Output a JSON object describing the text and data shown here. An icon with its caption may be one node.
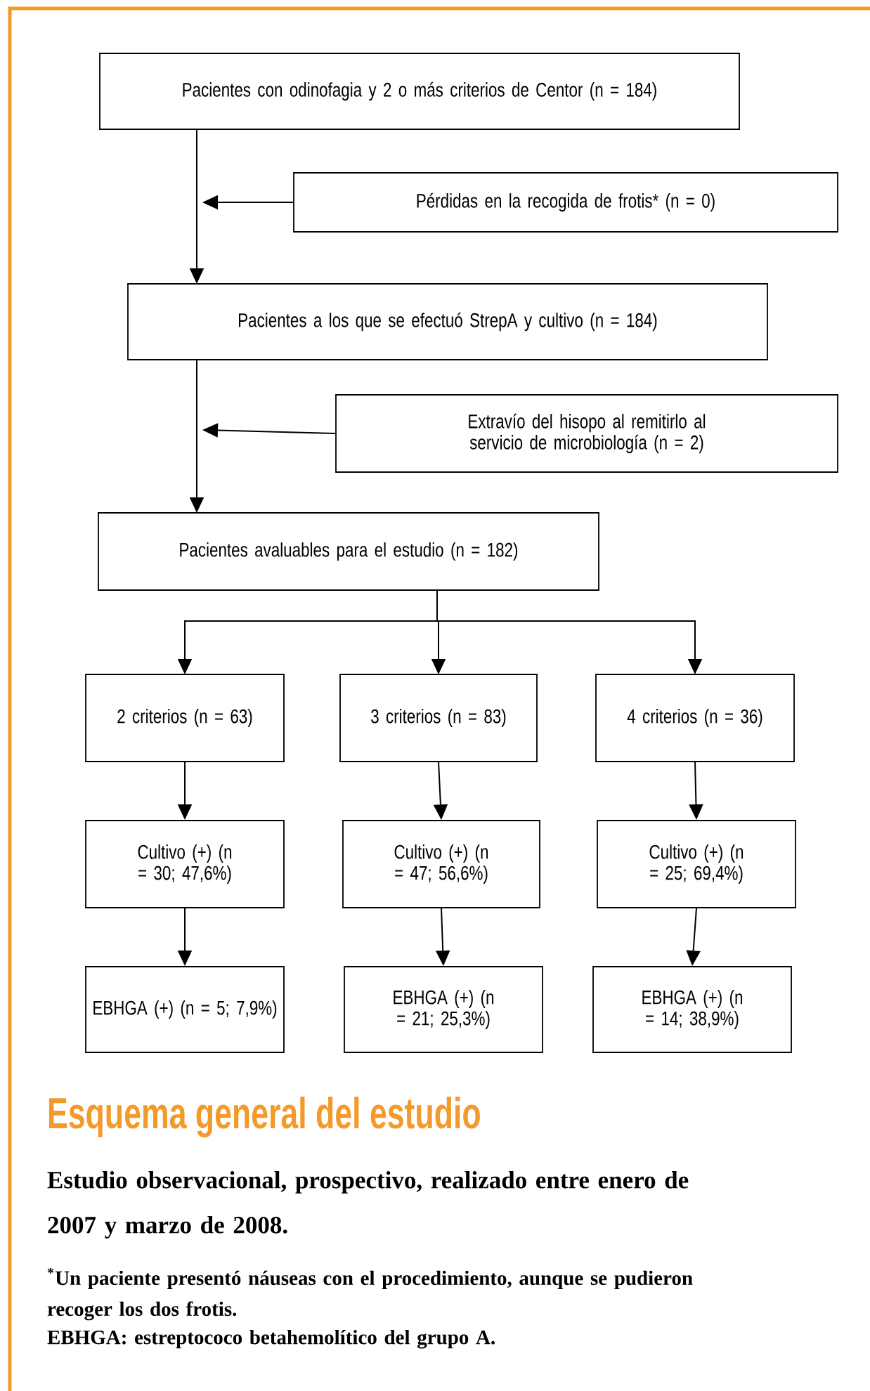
{
  "diagram": {
    "title": "Esquema general del estudio",
    "caption": "Estudio observacional, prospectivo, realizado entre enero de 2007 y marzo de 2008.",
    "nodes": [
      {
        "text": [
          "Pacientes con odinofagia y 2 o más criterios de Centor (n = 184)"
        ]
      },
      {
        "text": [
          "Pérdidas en la recogida de frotis* (n = 0)"
        ]
      },
      {
        "text": [
          "Pacientes a los que se efectuó StrepA y cultivo (n = 184)"
        ]
      },
      {
        "text": [
          "Extravío del hisopo al remitirlo al servicio de microbiología (n = 2)"
        ]
      },
      {
        "text": [
          "Pacientes avaluables para el estudio (n = 182)"
        ]
      },
      {
        "text": [
          "2 criterios (n = 63)"
        ]
      },
      {
        "text": [
          "3 criterios (n = 83)"
        ]
      },
      {
        "text": [
          "4 criterios (n = 36)"
        ]
      },
      {
        "text": [
          "Cultivo (+) (n = 30; 47,6%)"
        ]
      },
      {
        "text": [
          "Cultivo (+) (n = 47; 56,6%)"
        ]
      },
      {
        "text": [
          "Cultivo (+) (n = 25; 69,4%)"
        ]
      },
      {
        "text": [
          "EBHGA (+) (n = 5; 7,9%)"
        ]
      },
      {
        "text": [
          "EBHGA (+) (n = 21; 25,3%)"
        ]
      },
      {
        "text": [
          "EBHGA (+) (n = 14; 38,9%)"
        ]
      }
    ],
    "edges": [
      {
        "from": 0,
        "to": 2,
        "arrow": "to"
      },
      {
        "from": 1,
        "to": null,
        "arrow": "to"
      },
      {
        "from": 2,
        "to": 4,
        "arrow": "to"
      },
      {
        "from": 3,
        "to": null,
        "arrow": "to"
      },
      {
        "from": 4,
        "to": 5,
        "arrow": "to"
      },
      {
        "from": 4,
        "to": 6,
        "arrow": "to"
      },
      {
        "from": 4,
        "to": 7,
        "arrow": "to"
      },
      {
        "from": 5,
        "to": 8,
        "arrow": "to"
      },
      {
        "from": 6,
        "to": 9,
        "arrow": "to"
      },
      {
        "from": 7,
        "to": 10,
        "arrow": "to"
      },
      {
        "from": 8,
        "to": 11,
        "arrow": "to"
      },
      {
        "from": 9,
        "to": 12,
        "arrow": "to"
      },
      {
        "from": 10,
        "to": 13,
        "arrow": "to"
      }
    ],
    "labels": [
      "$^{*}$Un paciente presentó náuseas con el procedimiento, aunque se pudieron recoger los dos frotis.",
      "EBHGA: estreptococo betahemolítico del grupo A."
    ]
  }
}
